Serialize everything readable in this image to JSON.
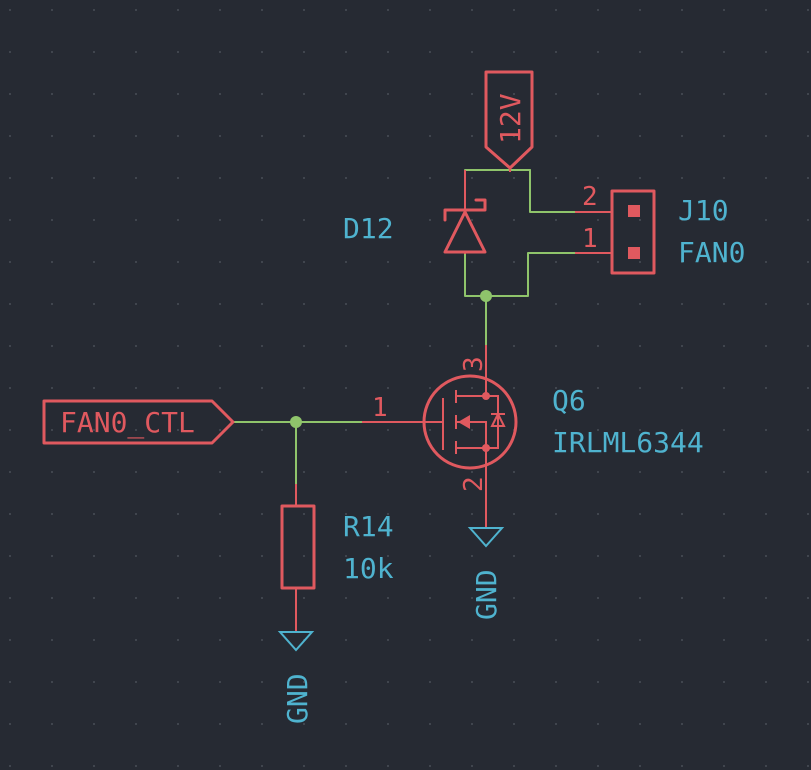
{
  "power_net": "12V",
  "net_label": "FAN0_CTL",
  "ground_label": "GND",
  "diode": {
    "ref": "D12"
  },
  "connector": {
    "ref": "J10",
    "value": "FAN0",
    "pin_top": "2",
    "pin_bottom": "1"
  },
  "mosfet": {
    "ref": "Q6",
    "value": "IRLML6344",
    "pin_gate": "1",
    "pin_drain": "3",
    "pin_source": "2"
  },
  "resistor": {
    "ref": "R14",
    "value": "10k"
  },
  "colors": {
    "background": "#262a33",
    "wire": "#8fc46b",
    "component": "#e0595f",
    "label": "#4fb3cf"
  }
}
